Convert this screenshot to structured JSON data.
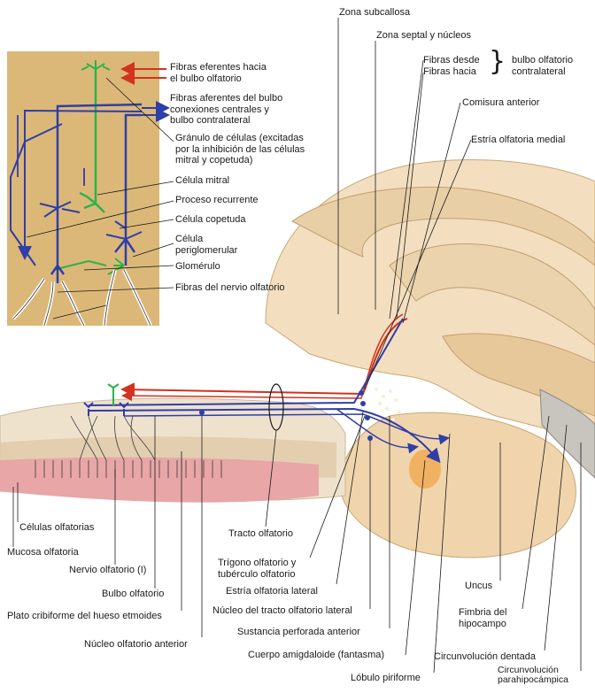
{
  "labels": {
    "zona_subcallosa": "Zona subcallosa",
    "zona_septal": "Zona septal y núcleos",
    "fibras_desde": "Fibras desde",
    "fibras_hacia": "Fibras hacia",
    "bulbo_contralateral": "bulbo olfatorio\ncontralateral",
    "comisura_anterior": "Comisura anterior",
    "estria_medial": "Estría olfatoria medial",
    "fibras_eferentes": "Fibras eferentes hacia\nel bulbo olfatorio",
    "fibras_aferentes": "Fibras aferentes del bulbo\nconexiones centrales y\nbulbo contralateral",
    "granulo": "Gránulo de células (excitadas\npor la inhibición de las células\nmitral y copetuda)",
    "celula_mitral": "Célula mitral",
    "proceso_recurrente": "Proceso recurrente",
    "celula_copetuda": "Célula copetuda",
    "celula_periglomerular": "Célula\nperiglomerular",
    "glomerulo": "Glomérulo",
    "fibras_nervio": "Fibras del nervio olfatorio",
    "celulas_olfatorias": "Células olfatorias",
    "mucosa_olfatoria": "Mucosa olfatoria",
    "nervio_olfatorio": "Nervio olfatorio (I)",
    "bulbo_olfatorio": "Bulbo olfatorio",
    "plato_cribiforme": "Plato cribiforme del hueso etmoides",
    "nucleo_anterior": "Núcleo olfatorio  anterior",
    "tracto_olfatorio": "Tracto olfatorio",
    "trigono": "Trígono olfatorio y\ntubérculo olfatorio",
    "estria_lateral": "Estría olfatoria lateral",
    "nucleo_tracto_lateral": "Núcleo del tracto olfatorio lateral",
    "sustancia_perforada": "Sustancia perforada anterior",
    "cuerpo_amigdaloide": "Cuerpo amigdaloide (fantasma)",
    "lobulo_piriforme": "Lóbulo piriforme",
    "uncus": "Uncus",
    "fimbria": "Fimbria del\nhipocampo",
    "circ_dentada": "Circunvolución dentada",
    "circ_parahipocampica": "Circunvolución\nparahipocámpica"
  },
  "colors": {
    "inset_bg": "#dcb878",
    "brain": "#f3dfbf",
    "brain_dark": "#d4b58a",
    "neuron_blue": "#2f3ea8",
    "neuron_green": "#2bb34a",
    "efferent_red": "#d2321e",
    "mucosa": "#e8a6a6",
    "amygdala": "#f1a64a"
  }
}
